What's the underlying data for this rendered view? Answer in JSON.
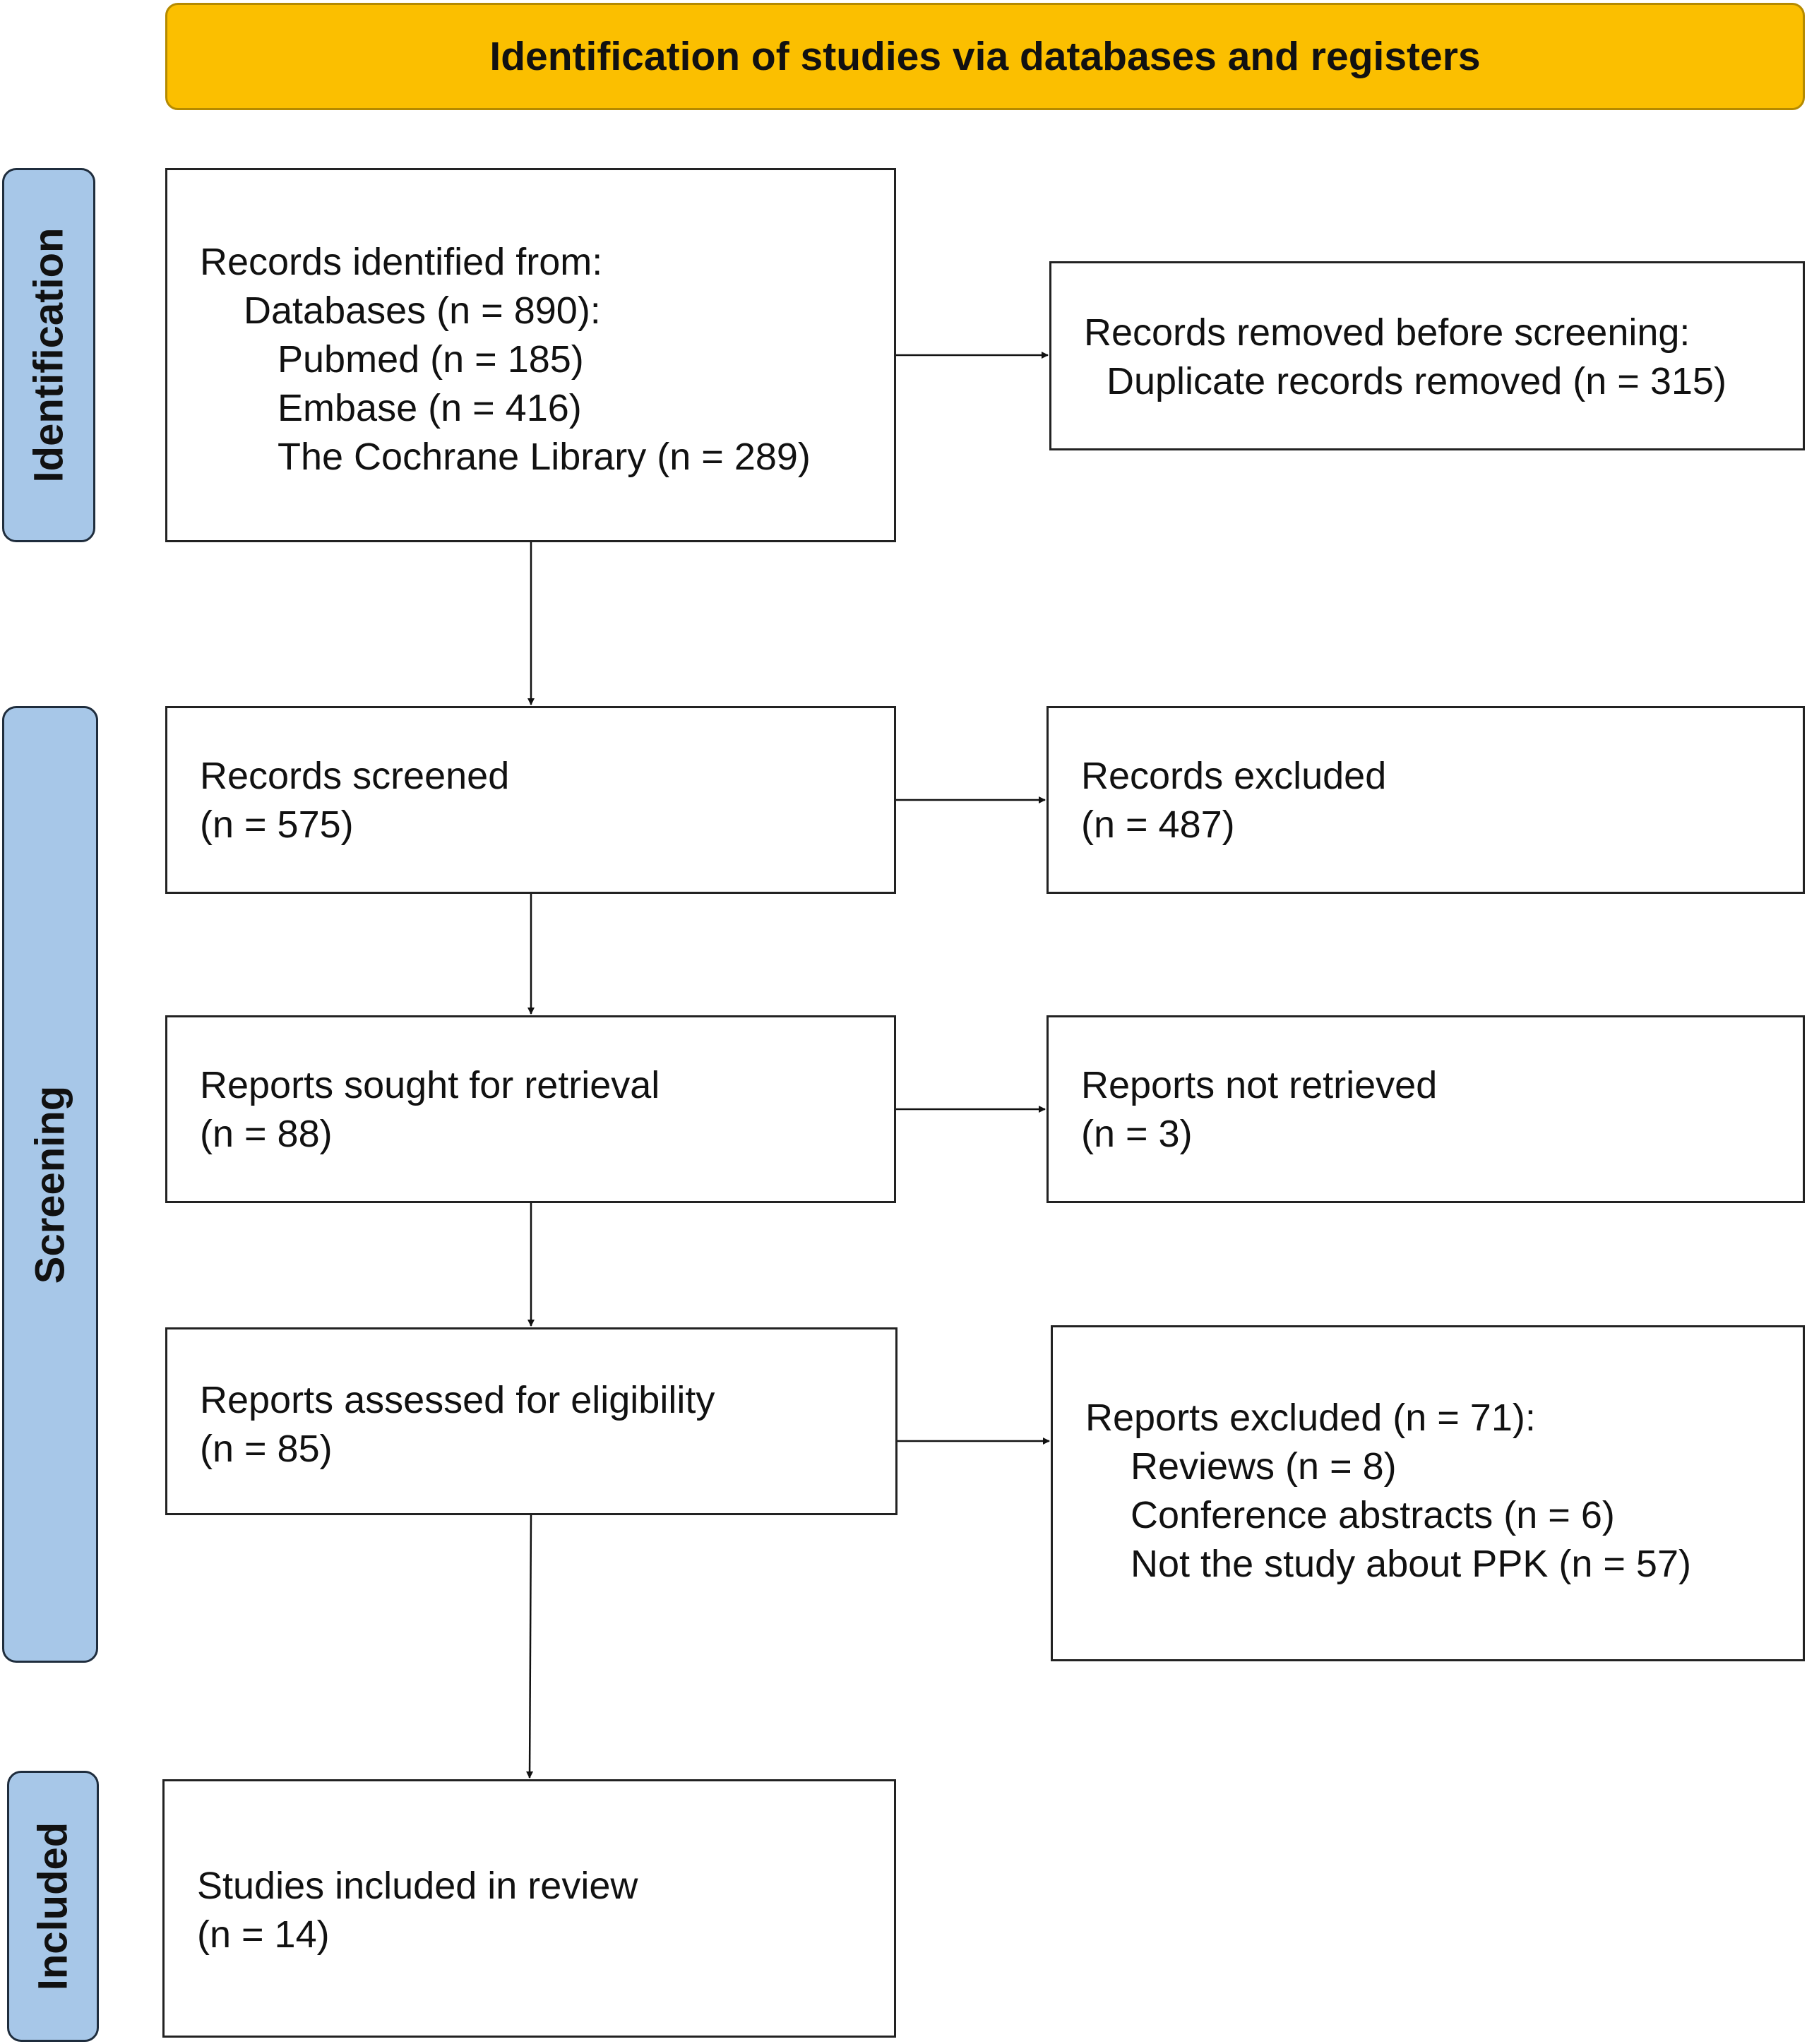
{
  "colors": {
    "header_fill": "#fbbf00",
    "side_fill": "#a7c7e8",
    "box_border": "#222222",
    "arrow": "#111111"
  },
  "header": {
    "title": "Identification of studies via databases and registers"
  },
  "phases": {
    "identification": "Identification",
    "screening": "Screening",
    "included": "Included"
  },
  "boxes": {
    "identified": {
      "title": "Records identified from:",
      "databases": "Databases (n = 890):",
      "sources": [
        "Pubmed (n = 185)",
        "Embase (n = 416)",
        "The Cochrane Library (n = 289)"
      ]
    },
    "removed": {
      "title": "Records removed before screening:",
      "detail": "Duplicate records removed (n = 315)"
    },
    "screened": {
      "title": "Records screened",
      "count": "(n = 575)"
    },
    "excluded": {
      "title": "Records excluded",
      "count": "(n = 487)"
    },
    "sought": {
      "title": "Reports sought for retrieval",
      "count": "(n = 88)"
    },
    "not_retrieved": {
      "title": "Reports not retrieved",
      "count": "(n = 3)"
    },
    "assessed": {
      "title": "Reports assessed for eligibility",
      "count": "(n = 85)"
    },
    "reports_excluded": {
      "title": "Reports excluded (n = 71):",
      "reasons": [
        "Reviews (n = 8)",
        "Conference abstracts (n = 6)",
        "Not the study about PPK (n = 57)"
      ]
    },
    "included": {
      "title": "Studies included in review",
      "count": "(n = 14)"
    }
  }
}
